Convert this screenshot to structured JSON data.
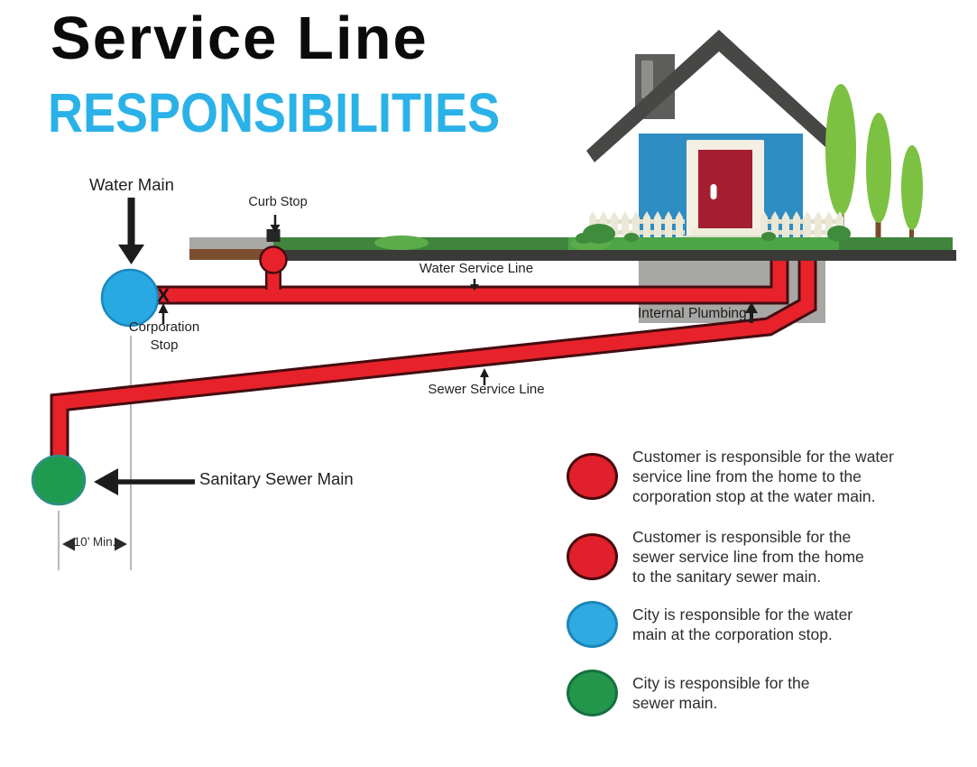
{
  "title": {
    "line1": "Service Line",
    "line2": "RESPONSIBILITIES",
    "accent_color": "#2ab2e8"
  },
  "labels": {
    "water_main": "Water Main",
    "curb_stop": "Curb Stop",
    "water_service_line": "Water Service Line",
    "corporation_stop": {
      "line1": "Corporation",
      "line2": "Stop",
      "marker": "X"
    },
    "internal_plumbing": "Internal Plumbing",
    "sewer_service_line": "Sewer Service Line",
    "sanitary_sewer_main": "Sanitary Sewer Main",
    "min_distance": "10’ Min."
  },
  "legend": {
    "items": [
      {
        "name": "customer-water-service-line",
        "color": "#e0202a",
        "border": "#470a0e",
        "lines": [
          "Customer is responsible for the water",
          "service line from the home to the",
          "corporation stop at the water main."
        ]
      },
      {
        "name": "customer-sewer-service-line",
        "color": "#e0202a",
        "border": "#470a0e",
        "lines": [
          "Customer is responsible for the",
          "sewer service line from the home",
          "to the sanitary sewer main."
        ]
      },
      {
        "name": "city-water-main",
        "color": "#30abe2",
        "border": "#1b86b8",
        "lines": [
          "City is responsible for the water",
          "main at the corporation stop."
        ]
      },
      {
        "name": "city-sewer-main",
        "color": "#23964b",
        "border": "#14713f",
        "lines": [
          "City is responsible for the",
          "sewer main."
        ]
      }
    ]
  }
}
